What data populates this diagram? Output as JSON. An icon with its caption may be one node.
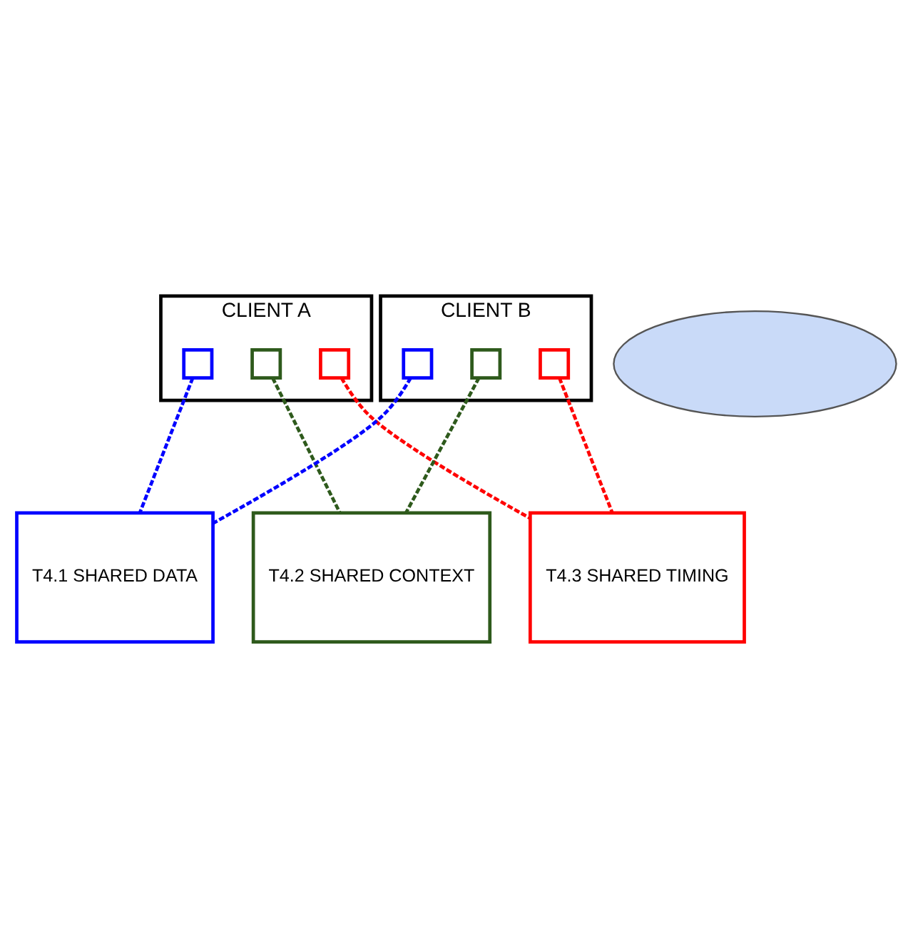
{
  "diagram": {
    "nodes": [
      {
        "text": [
          "CLIENT A"
        ]
      },
      {
        "text": [],
        "shape": "box",
        "in": 0
      },
      {
        "text": [],
        "shape": "box",
        "in": 0
      },
      {
        "text": [],
        "shape": "box",
        "in": 0
      },
      {
        "text": [
          "CLIENT B"
        ]
      },
      {
        "text": [],
        "shape": "box",
        "in": 4
      },
      {
        "text": [],
        "shape": "box",
        "in": 4
      },
      {
        "text": [],
        "shape": "box",
        "in": 4
      },
      {
        "text": [],
        "shape": "cloud"
      },
      {
        "text": [
          "T4.1 SHARED DATA"
        ]
      },
      {
        "text": [
          "T4.2 SHARED CONTEXT"
        ]
      },
      {
        "text": [
          "T4.3 SHARED TIMING"
        ]
      }
    ],
    "edges": [
      {
        "from": 1,
        "to": 9,
        "arrow": "none",
        "style": "dashed",
        "color": "#0000ff"
      },
      {
        "from": 5,
        "to": 9,
        "arrow": "none",
        "style": "dashed",
        "color": "#0000ff"
      },
      {
        "from": 2,
        "to": 10,
        "arrow": "none",
        "style": "dashed",
        "color": "#2e5a1c"
      },
      {
        "from": 6,
        "to": 10,
        "arrow": "none",
        "style": "dashed",
        "color": "#2e5a1c"
      },
      {
        "from": 3,
        "to": 11,
        "arrow": "none",
        "style": "dashed",
        "color": "#ff0000"
      },
      {
        "from": 7,
        "to": 11,
        "arrow": "none",
        "style": "dashed",
        "color": "#ff0000"
      }
    ]
  }
}
